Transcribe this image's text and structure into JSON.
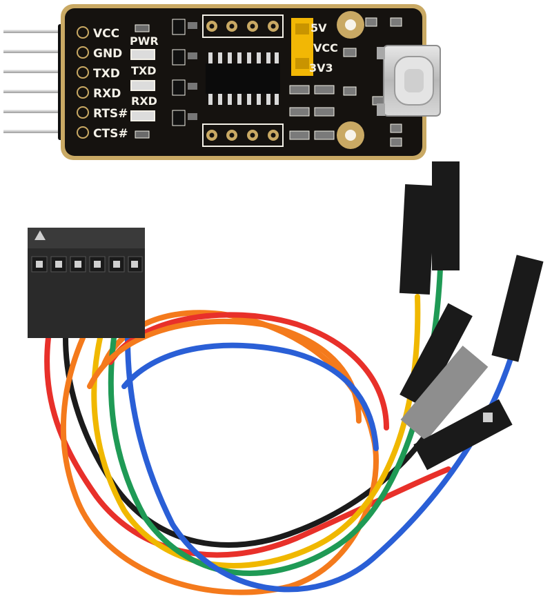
{
  "board": {
    "pin_labels": [
      "VCC",
      "GND",
      "TXD",
      "RXD",
      "RTS#",
      "CTS#"
    ],
    "led_labels": [
      "PWR",
      "TXD",
      "RXD"
    ],
    "jumper_labels": [
      "5V",
      "VCC",
      "3V3"
    ]
  },
  "colors": {
    "pcb": "#15120f",
    "pcb_edge": "#c9a964",
    "silkscreen": "#f4f1e8",
    "jumper": "#f2b705",
    "usb_c": "#c9c9c9",
    "wire_red": "#e8302a",
    "wire_black": "#1b1b1b",
    "wire_orange": "#f47a1c",
    "wire_yellow": "#f0b800",
    "wire_green": "#1f9a55",
    "wire_blue": "#2a5fd6"
  },
  "icons": [
    "usb-c-port",
    "pin-header",
    "dupont-housing",
    "dupont-connector"
  ]
}
